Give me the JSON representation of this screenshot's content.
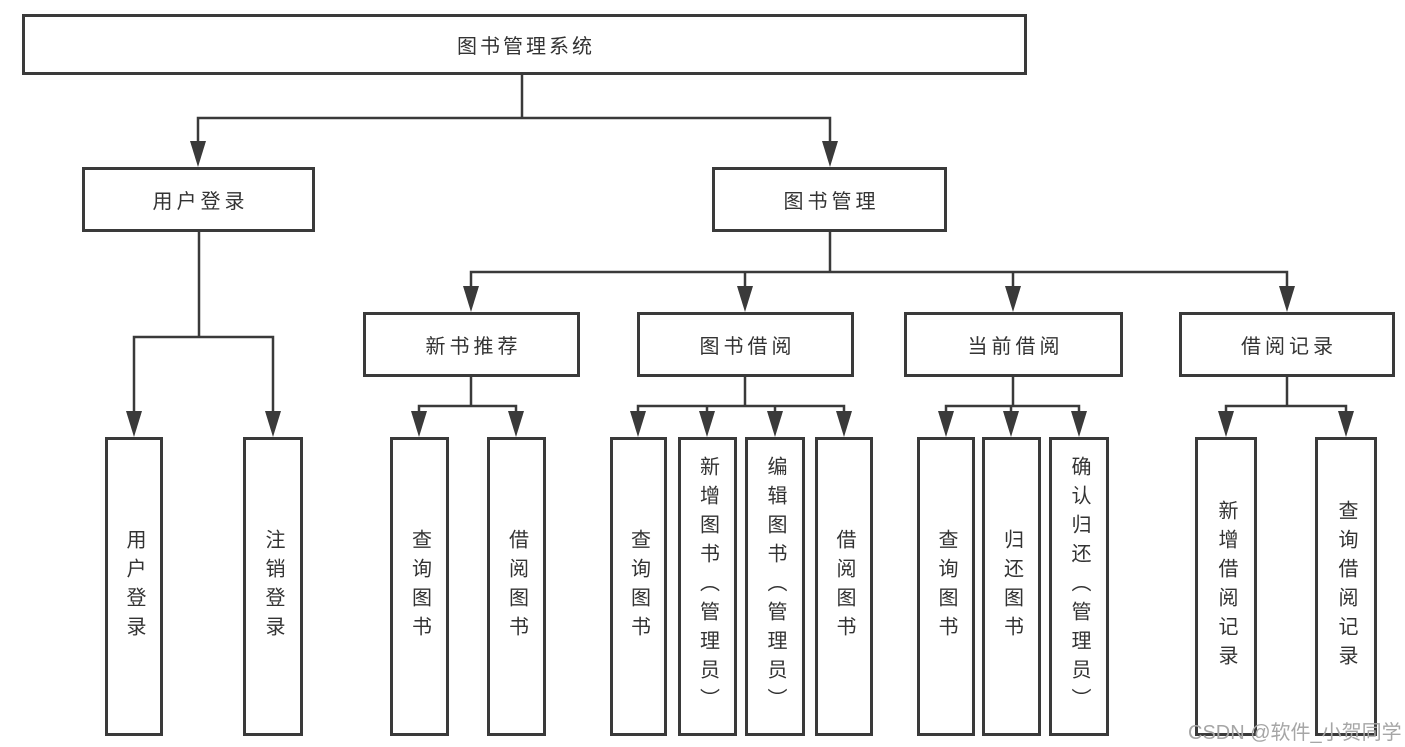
{
  "colors": {
    "line": "#3a3a3a",
    "text": "#333333",
    "watermark": "#a6a6a6",
    "bg": "#ffffff"
  },
  "diagram": {
    "root": {
      "label": "图书管理系统"
    },
    "branches": [
      {
        "label": "用户登录",
        "children": [
          {
            "label": "用户登录"
          },
          {
            "label": "注销登录"
          }
        ]
      },
      {
        "label": "图书管理",
        "children": [
          {
            "label": "新书推荐",
            "children": [
              {
                "label": "查询图书"
              },
              {
                "label": "借阅图书"
              }
            ]
          },
          {
            "label": "图书借阅",
            "children": [
              {
                "label": "查询图书"
              },
              {
                "label": "新增图书（管理员）"
              },
              {
                "label": "编辑图书（管理员）"
              },
              {
                "label": "借阅图书"
              }
            ]
          },
          {
            "label": "当前借阅",
            "children": [
              {
                "label": "查询图书"
              },
              {
                "label": "归还图书"
              },
              {
                "label": "确认归还（管理员）"
              }
            ]
          },
          {
            "label": "借阅记录",
            "children": [
              {
                "label": "新增借阅记录"
              },
              {
                "label": "查询借阅记录"
              }
            ]
          }
        ]
      }
    ]
  },
  "watermark": {
    "text": "CSDN @软件_小贺同学"
  }
}
